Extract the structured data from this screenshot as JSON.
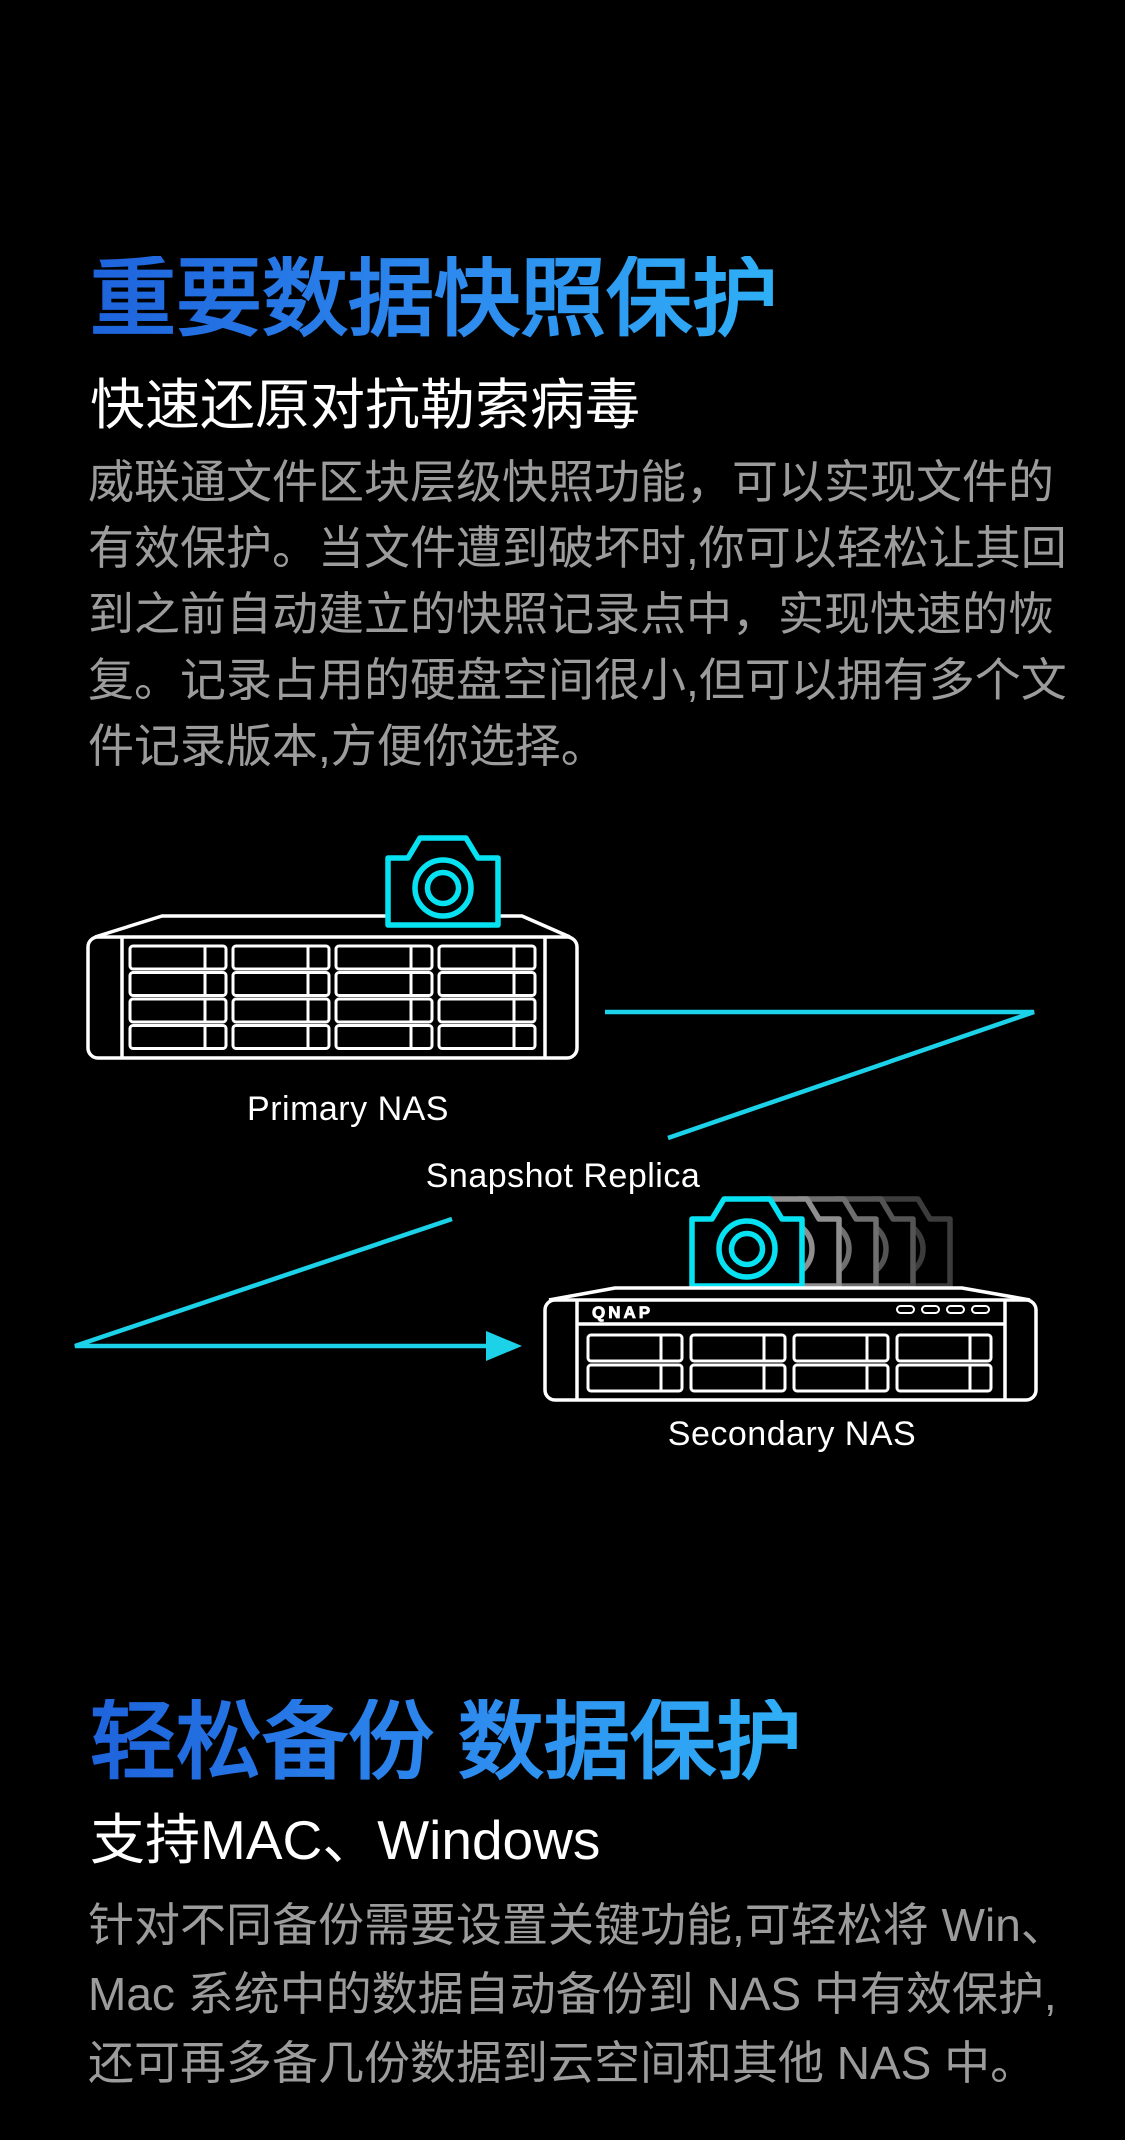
{
  "colors": {
    "background": "#000000",
    "title_gradient_start": "#1E63DC",
    "title_gradient_end": "#2FB0F6",
    "subtitle_text": "#FFFFFF",
    "body_text": "#9C9C9C",
    "nas_outline": "#FFFFFF",
    "arrow_cyan": "#1CD2E9",
    "camera_cyan": "#07E2F3",
    "camera_echo_grays": [
      "#8F8F8F",
      "#6F6F6F",
      "#545454",
      "#3C3C3C"
    ]
  },
  "sections": [
    {
      "title": "重要数据快照保护",
      "subtitle": "快速还原对抗勒索病毒",
      "paragraph_lines": [
        "威联通文件区块层级快照功能，可以实现文件的",
        "有效保护。当文件遭到破坏时,你可以轻松让其回",
        "到之前自动建立的快照记录点中，实现快速的恢",
        "复。记录占用的硬盘空间很小,但可以拥有多个文",
        "件记录版本,方便你选择。"
      ]
    },
    {
      "title": "轻松备份 数据保护",
      "subtitle": "支持MAC、Windows",
      "paragraph_lines": [
        "针对不同备份需要设置关键功能,可轻松将 Win、",
        "Mac 系统中的数据自动备份到 NAS 中有效保护,",
        "还可再多备几份数据到云空间和其他 NAS 中。"
      ]
    }
  ],
  "diagram": {
    "primary_label": "Primary NAS",
    "replica_label": "Snapshot Replica",
    "secondary_label": "Secondary NAS",
    "brand_logo": "QNAP",
    "icons": {
      "camera": "snapshot-camera-icon",
      "camera_stack": "snapshot-camera-stack-icon",
      "flow_arrow": "replication-arrow"
    }
  }
}
